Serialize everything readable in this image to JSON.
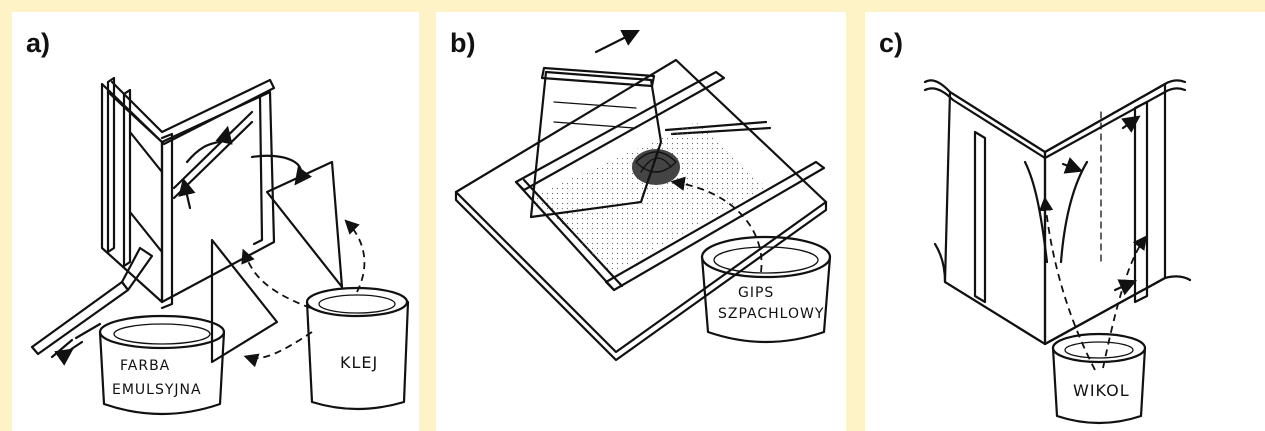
{
  "panels": [
    {
      "label": "a)",
      "cans": [
        "FARBA",
        "EMULSYJNA",
        "KLEJ"
      ]
    },
    {
      "label": "b)",
      "cans": [
        "GIPS",
        "SZPACHLOWY"
      ]
    },
    {
      "label": "c)",
      "cans": [
        "WIKOL"
      ]
    }
  ],
  "colors": {
    "background": "#fdf3c6",
    "panel": "#ffffff",
    "ink": "#111111"
  }
}
